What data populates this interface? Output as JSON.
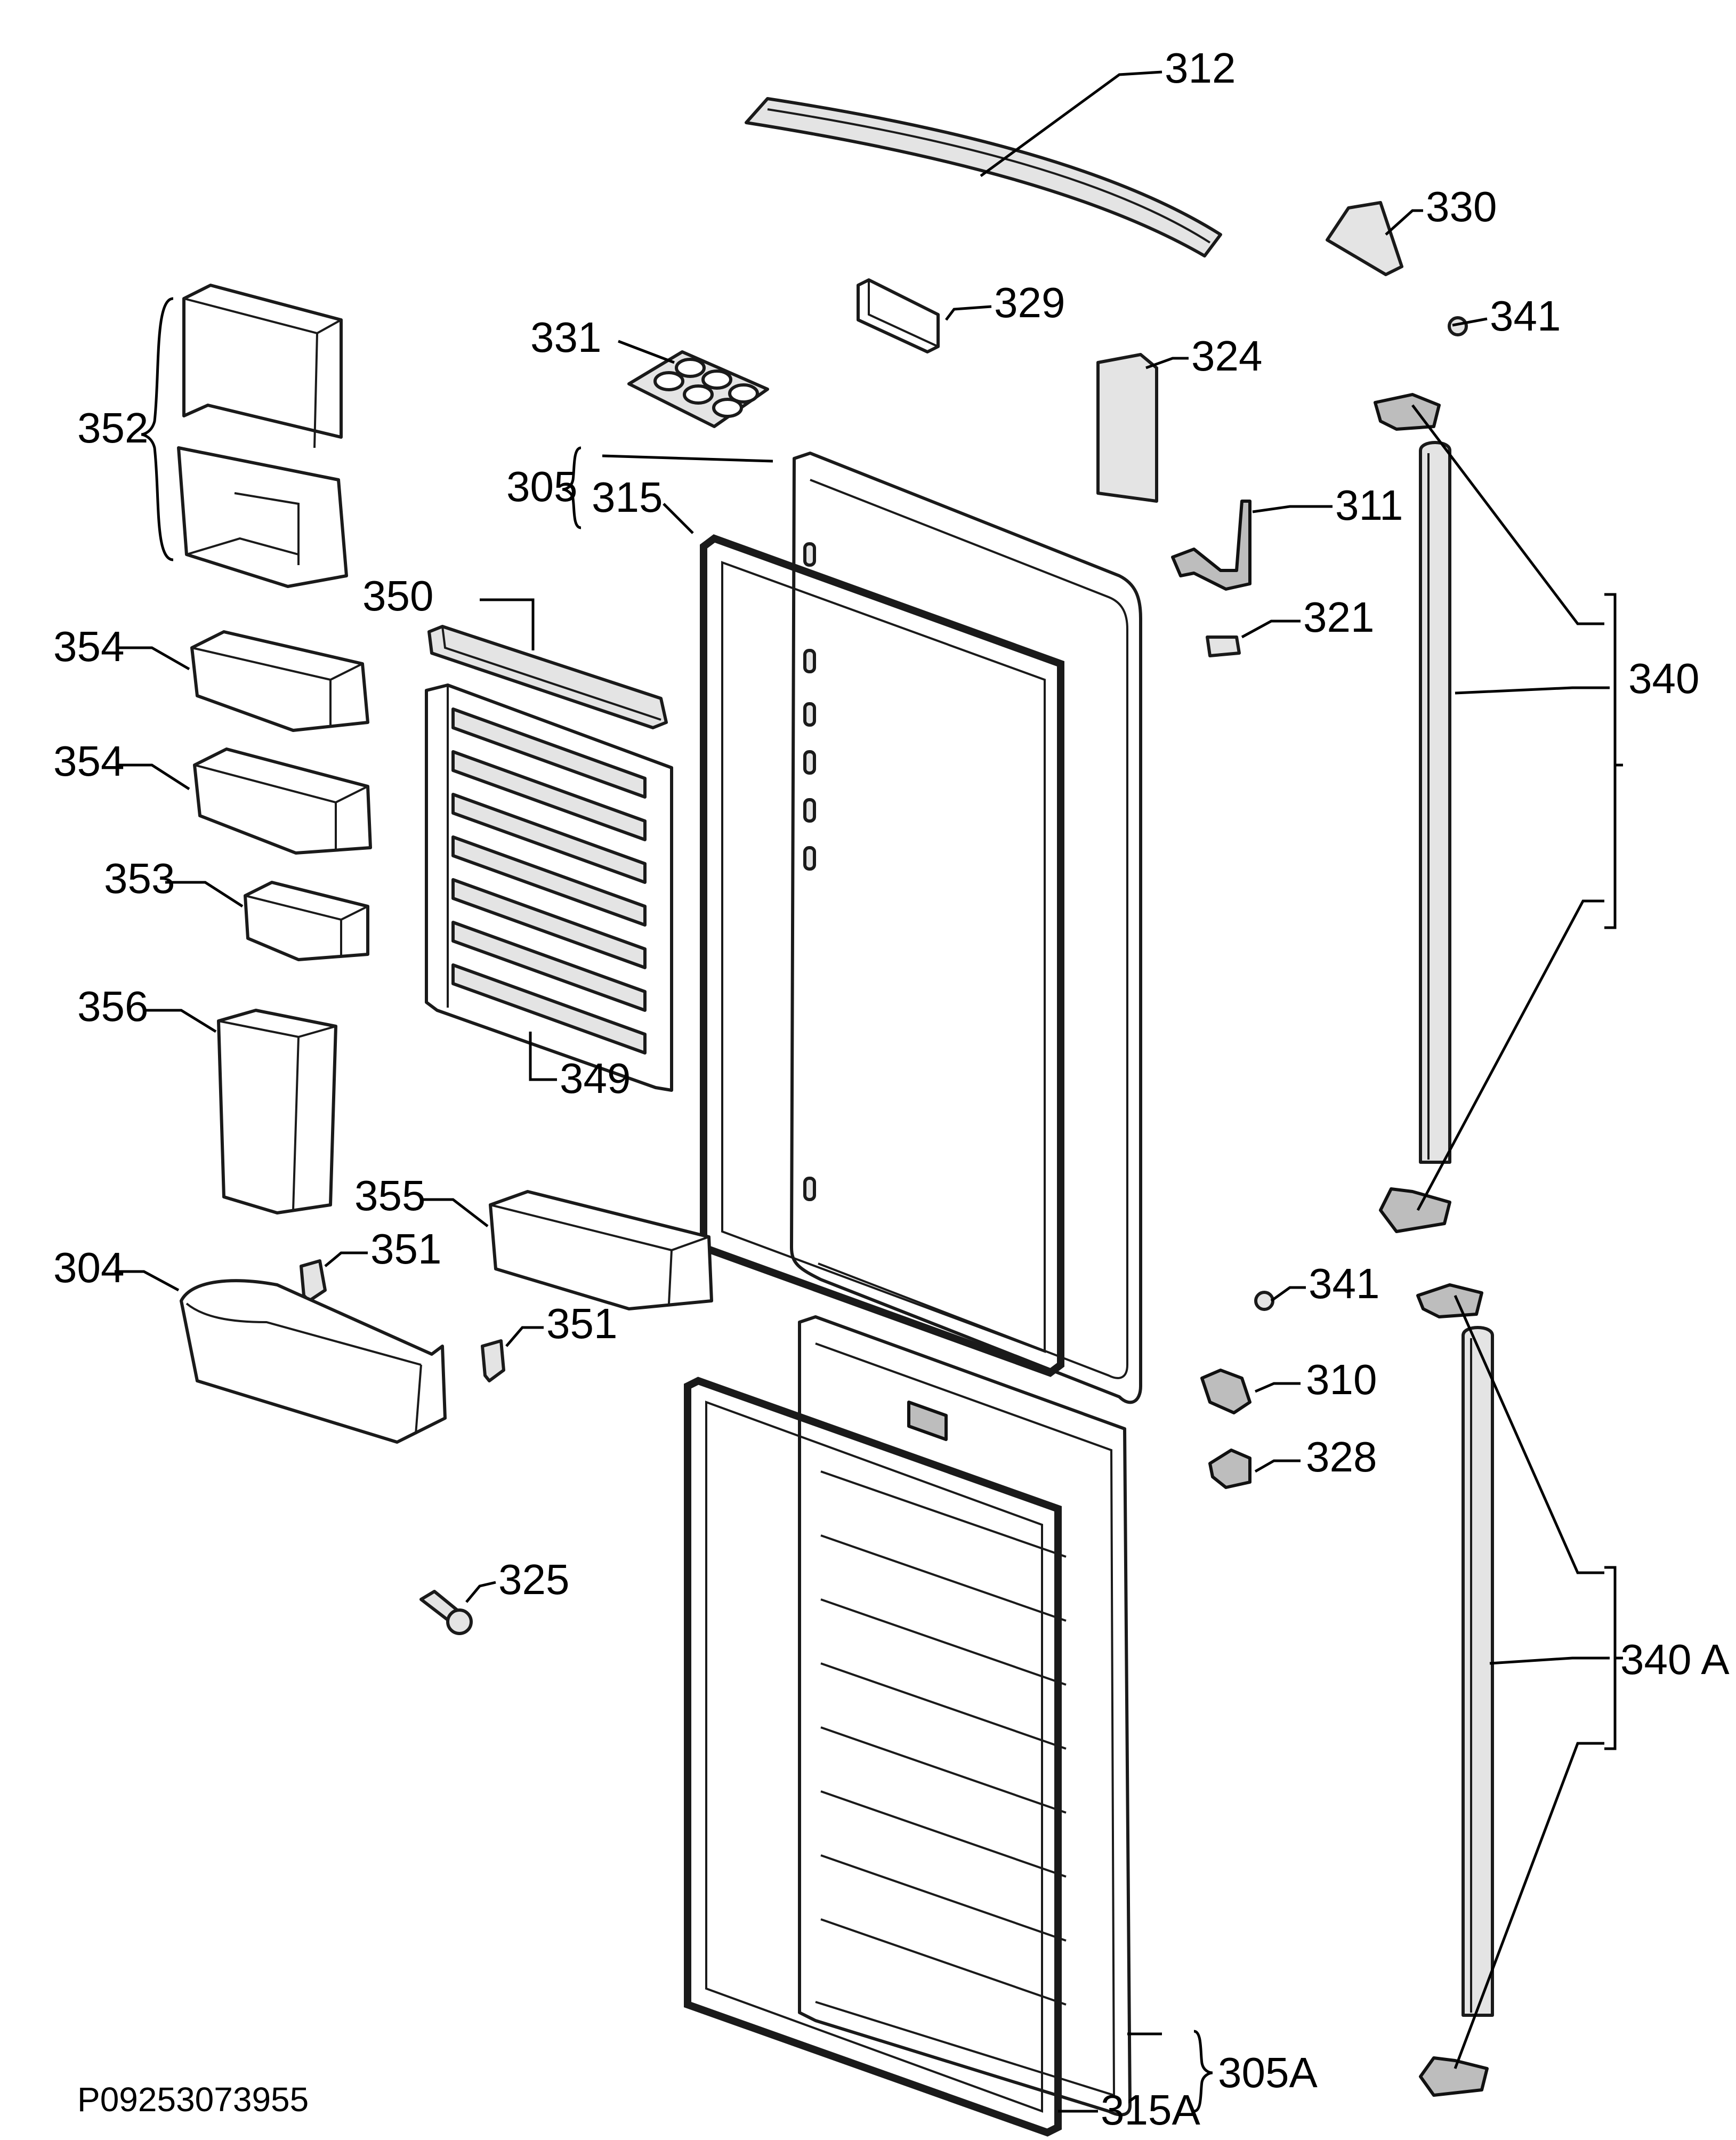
{
  "labels": {
    "l312": "312",
    "l330": "330",
    "l329": "329",
    "l341a": "341",
    "l331": "331",
    "l324": "324",
    "l352": "352",
    "l305": "305",
    "l315": "315",
    "l311": "311",
    "l350": "350",
    "l321": "321",
    "l354a": "354",
    "l340": "340",
    "l354b": "354",
    "l353": "353",
    "l356": "356",
    "l349": "349",
    "l355": "355",
    "l351a": "351",
    "l304": "304",
    "l341b": "341",
    "l351b": "351",
    "l310": "310",
    "l328": "328",
    "l325": "325",
    "l340a": "340 A",
    "l305a": "305A",
    "l315a": "315A"
  },
  "drawing_code": "P09253073955"
}
